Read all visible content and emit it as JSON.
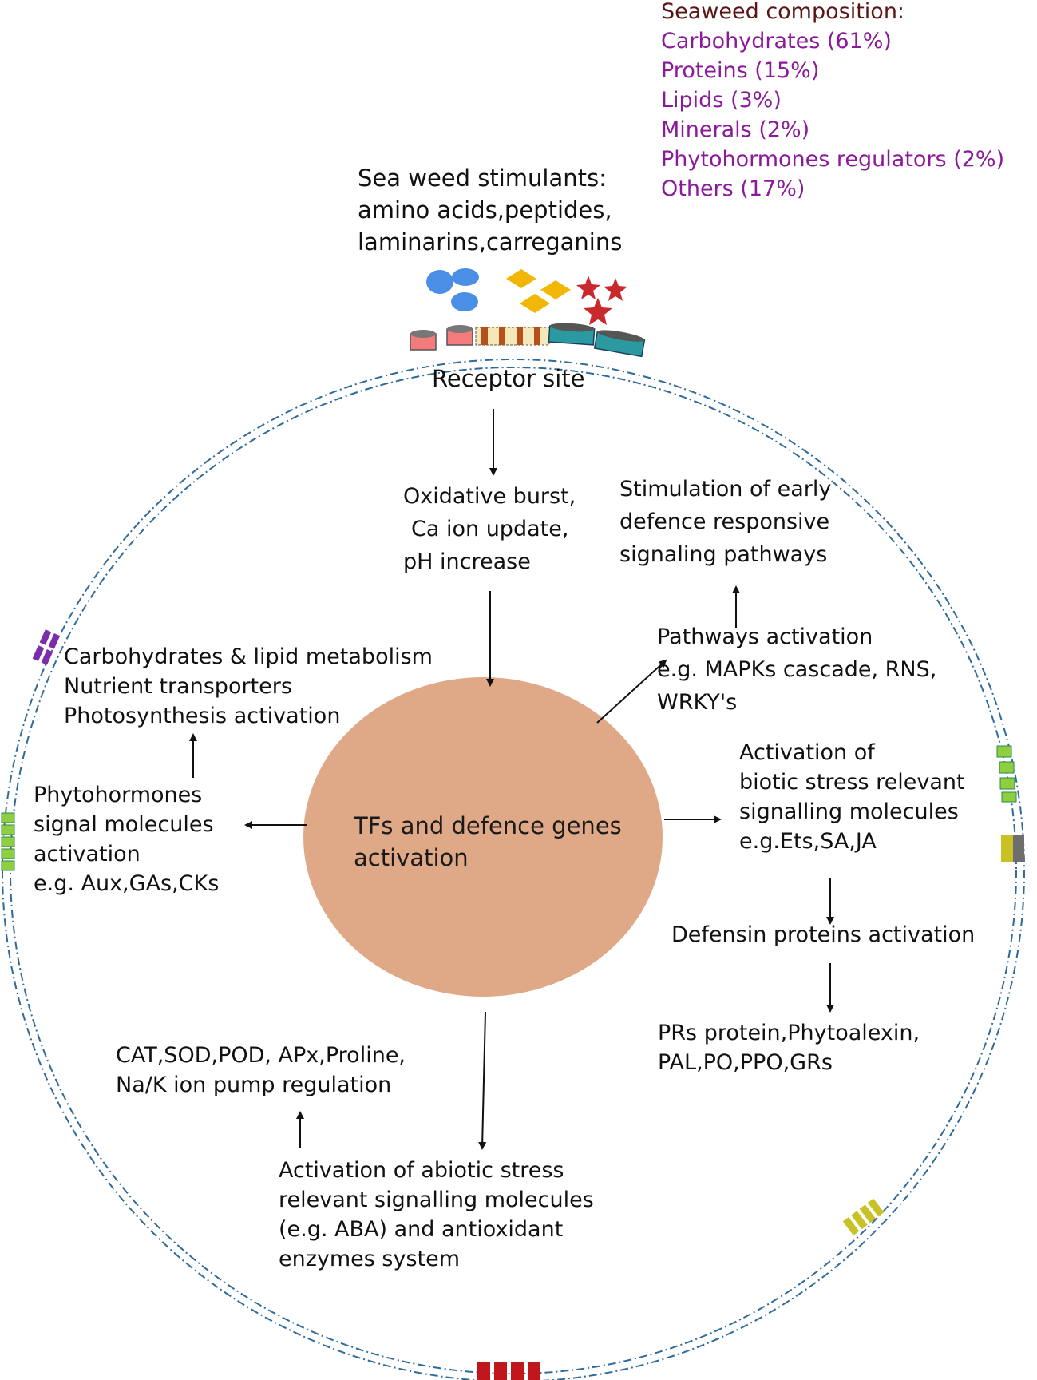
{
  "composition": {
    "heading": "Seaweed composition:",
    "items": [
      "Carbohydrates (61%)",
      "Proteins (15%)",
      "Lipids (3%)",
      "Minerals (2%)",
      "Phytohormones regulators (2%)",
      "Others (17%)"
    ]
  },
  "stimulants": {
    "lines": [
      "Sea weed stimulants:",
      "amino acids,peptides,",
      "laminarins,carreganins"
    ]
  },
  "receptor": {
    "label": "Receptor site"
  },
  "oxidative": {
    "lines": [
      "Oxidative burst,",
      "Ca ion update,",
      "pH increase"
    ]
  },
  "early_defence": {
    "lines": [
      "Stimulation of early",
      "defence responsive",
      "signaling pathways"
    ]
  },
  "pathways": {
    "lines": [
      "Pathways activation",
      "e.g. MAPKs cascade, RNS,",
      "WRKY's"
    ]
  },
  "metabolism": {
    "lines": [
      "Carbohydrates & lipid metabolism",
      "Nutrient transporters",
      "Photosynthesis activation"
    ]
  },
  "phytohormones": {
    "lines": [
      "Phytohormones",
      "signal molecules",
      "activation",
      "e.g. Aux,GAs,CKs"
    ]
  },
  "center": {
    "lines": [
      "TFs and defence genes",
      "activation"
    ]
  },
  "biotic": {
    "lines": [
      "Activation of",
      "biotic stress relevant",
      "signalling molecules",
      "e.g.Ets,SA,JA"
    ]
  },
  "defensin": {
    "label": "Defensin proteins activation"
  },
  "prs": {
    "lines": [
      "PRs protein,Phytoalexin,",
      "PAL,PO,PPO,GRs"
    ]
  },
  "antioxidant": {
    "lines": [
      "CAT,SOD,POD, APx,Proline,",
      "Na/K ion pump regulation"
    ]
  },
  "abiotic": {
    "lines": [
      "Activation of abiotic stress",
      "relevant signalling molecules",
      "(e.g. ABA) and antioxidant",
      "enzymes system"
    ]
  },
  "colors": {
    "composition_heading": "#5a1616",
    "composition_items": "#8b1a9a",
    "nucleus": "#dfa887",
    "membrane": "#2e6a9a",
    "blue_stimulant": "#4a8ee6",
    "yellow_stimulant": "#f2b705",
    "red_stimulant": "#c9282d"
  }
}
